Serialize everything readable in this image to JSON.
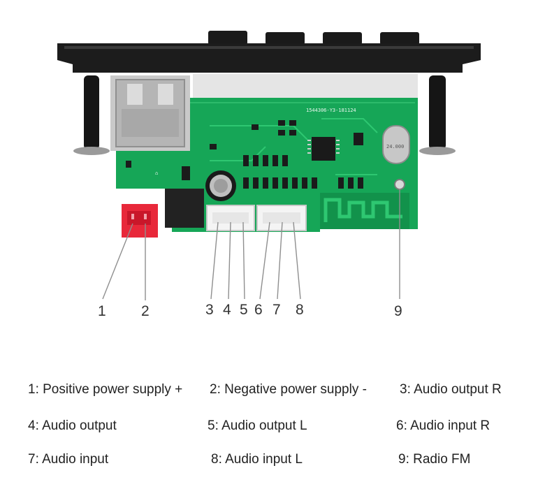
{
  "board": {
    "silkscreen_code": "1544306-Y3-181124",
    "crystal_label": "24.000"
  },
  "callouts": [
    "1",
    "2",
    "3",
    "4",
    "5",
    "6",
    "7",
    "8",
    "9"
  ],
  "legend": [
    "1: Positive power supply +",
    "2: Negative power supply -",
    "3: Audio output R",
    "4: Audio output",
    "5: Audio output L",
    "6: Audio input R",
    "7: Audio input",
    "8: Audio input L",
    "9: Radio FM"
  ],
  "colors": {
    "pcb_green": "#16a657",
    "front_panel": "#1c1c1c",
    "connector_red": "#e8283a",
    "connector_white": "#f4f4f4"
  }
}
